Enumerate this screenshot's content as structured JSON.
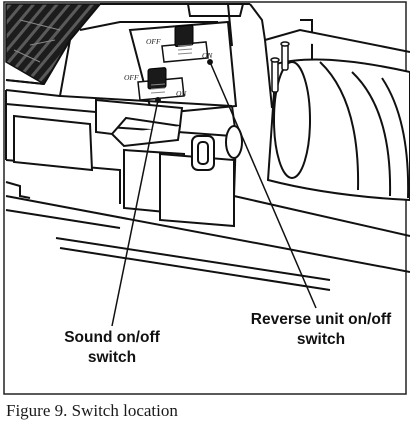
{
  "switches": {
    "upper": {
      "off_label": "OFF",
      "on_label": "ON"
    },
    "lower": {
      "off_label": "OFF",
      "on_label": "ON"
    }
  },
  "callouts": {
    "sound": {
      "line1": "Sound on/off",
      "line2": "switch"
    },
    "reverse": {
      "line1": "Reverse unit on/off",
      "line2": "switch"
    }
  },
  "caption": "Figure 9. Switch location"
}
